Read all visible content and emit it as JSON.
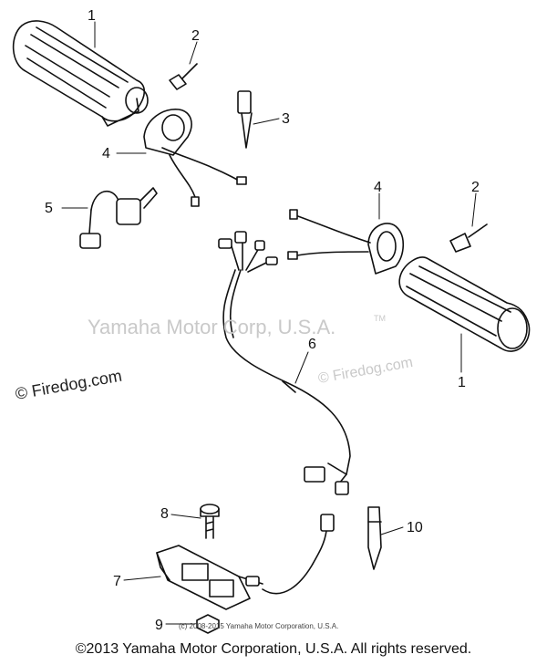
{
  "watermarks": {
    "center": "Yamaha Motor Corp, U.S.A.",
    "tm": "TM",
    "left": "© Firedog.com",
    "right": "© Firedog.com"
  },
  "callouts": [
    "1",
    "2",
    "3",
    "4",
    "5",
    "4",
    "2",
    "1",
    "6",
    "8",
    "10",
    "7",
    "9"
  ],
  "small_copyright": "(c) 2008-2015 Yamaha Motor Corporation, U.S.A.",
  "footer": "©2013 Yamaha Motor Corporation, U.S.A. All rights reserved."
}
